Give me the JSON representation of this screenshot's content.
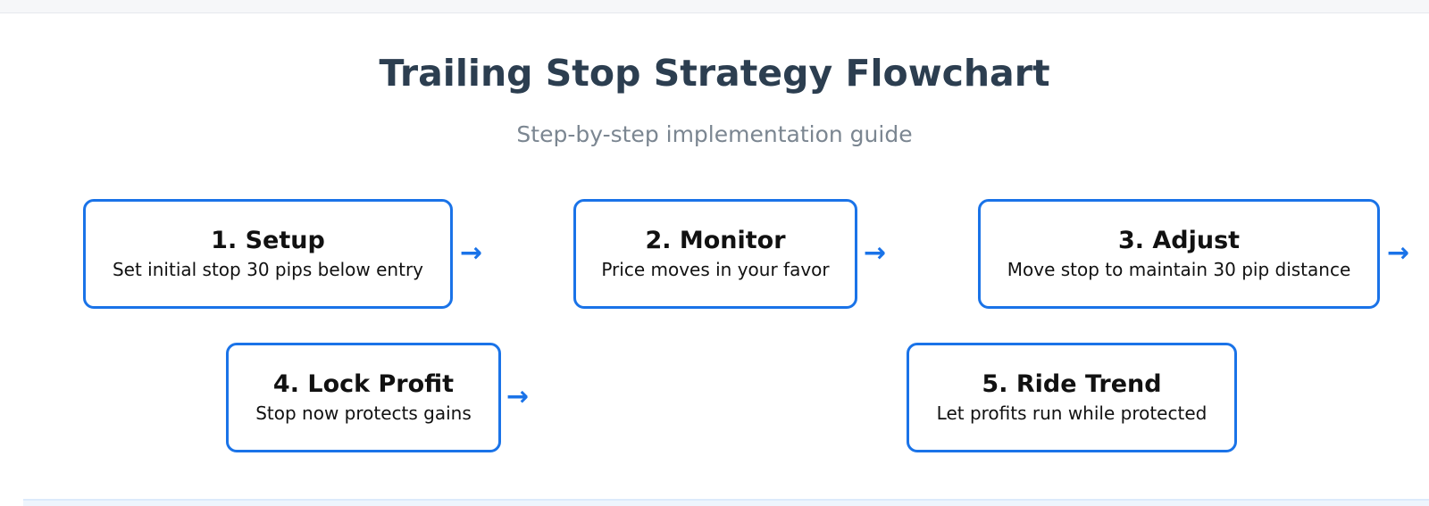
{
  "diagram": {
    "title": "Trailing Stop Strategy Flowchart",
    "subtitle": "Step-by-step implementation guide",
    "accent_color": "#1a73e8",
    "steps": [
      {
        "title": "1. Setup",
        "description": "Set initial stop 30 pips below entry"
      },
      {
        "title": "2. Monitor",
        "description": "Price moves in your favor"
      },
      {
        "title": "3. Adjust",
        "description": "Move stop to maintain 30 pip distance"
      },
      {
        "title": "4. Lock Profit",
        "description": "Stop now protects gains"
      },
      {
        "title": "5. Ride Trend",
        "description": "Let profits run while protected"
      }
    ],
    "arrow_glyph": "→"
  }
}
